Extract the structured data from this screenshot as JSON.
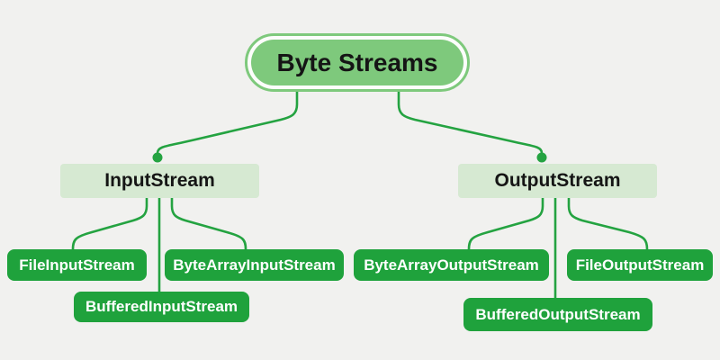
{
  "colors": {
    "background": "#f1f1ef",
    "root_fill": "#7ec97c",
    "root_ring": "#fcfdfb",
    "branch_fill": "#d6e9d2",
    "leaf_fill": "#1fa23c",
    "edge": "#24a341",
    "dark_text": "#151515",
    "light_text": "#ffffff"
  },
  "tree": {
    "root": {
      "label": "Byte Streams"
    },
    "children": [
      {
        "label": "InputStream",
        "children": [
          {
            "label": "FileInputStream"
          },
          {
            "label": "BufferedInputStream"
          },
          {
            "label": "ByteArrayInputStream"
          }
        ]
      },
      {
        "label": "OutputStream",
        "children": [
          {
            "label": "ByteArrayOutputStream"
          },
          {
            "label": "BufferedOutputStream"
          },
          {
            "label": "FileOutputStream"
          }
        ]
      }
    ]
  }
}
